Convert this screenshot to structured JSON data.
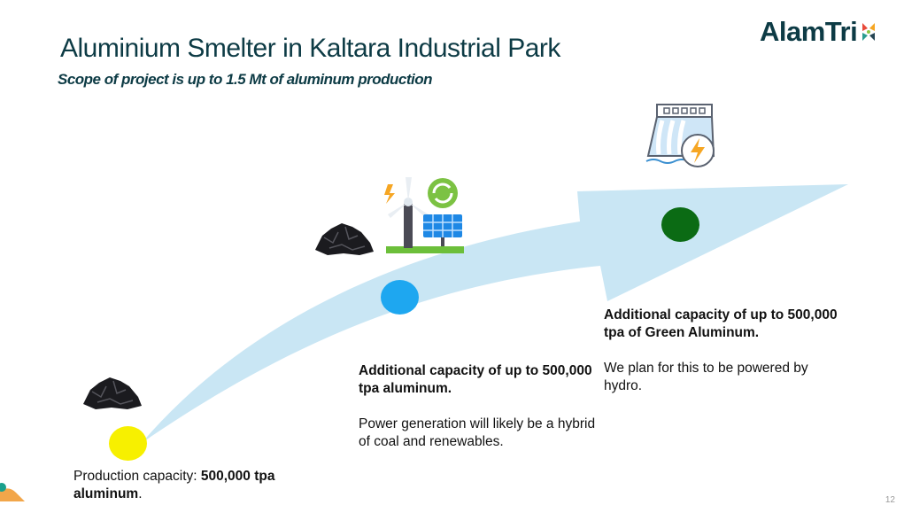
{
  "header": {
    "title": "Aluminium Smelter in Kaltara Industrial Park",
    "subtitle": "Scope of project is up to 1.5 Mt of aluminum production"
  },
  "logo": {
    "text": "AlamTri"
  },
  "stages": [
    {
      "icon": "coal-icon",
      "dot_color": "#f7f000",
      "heading_prefix": "Production capacity: ",
      "heading_bold": "500,000 tpa",
      "heading_rest": "aluminum",
      "heading_end": "."
    },
    {
      "icon": "wind-solar-icon",
      "dot_color": "#1ea7f0",
      "heading": "Additional capacity of up to 500,000 tpa aluminum.",
      "body": "Power generation will likely be a hybrid of coal and renewables."
    },
    {
      "icon": "hydro-dam-icon",
      "dot_color": "#0b6b14",
      "heading": "Additional capacity of up to 500,000 tpa of Green Aluminum.",
      "body": "We plan for this to be powered by hydro."
    }
  ],
  "colors": {
    "arrow": "#c9e6f4",
    "title": "#0d3b45"
  },
  "page_number": "12"
}
